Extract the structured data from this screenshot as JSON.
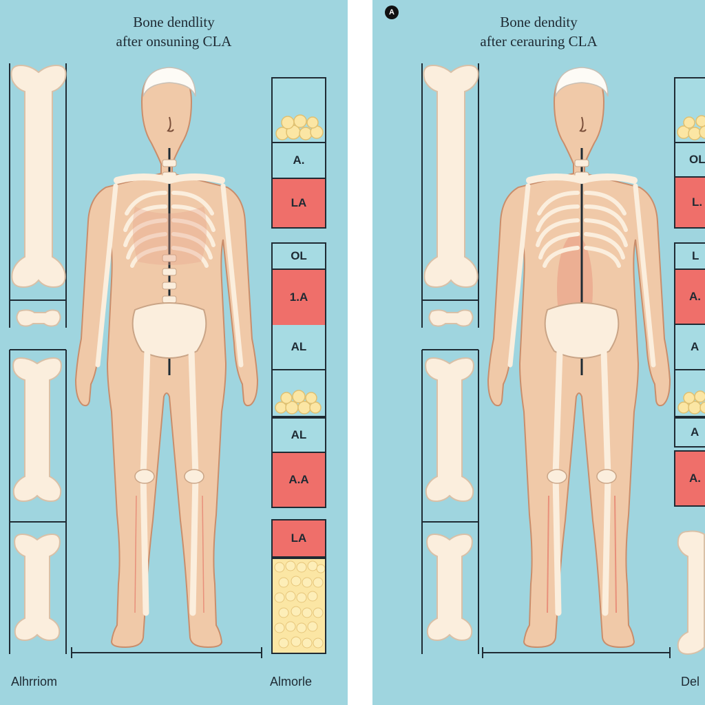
{
  "left": {
    "title_line1": "Bone dendlity",
    "title_line2": "after onsuning CLA",
    "footer_left": "Alhrriom",
    "footer_right": "Almorle",
    "labels": [
      "A.",
      "LA",
      "OL",
      "1.A",
      "AL",
      "AL",
      "A.A",
      "LA"
    ]
  },
  "right": {
    "badge": "A",
    "title_line1": "Bone dendity",
    "title_line2": "after cerauring CLA",
    "footer_right": "Del",
    "labels": [
      "OL",
      "L.",
      "L",
      "A.",
      "A",
      "A",
      "A."
    ]
  },
  "colors": {
    "background": "#9fd5df",
    "bone": "#fbeedd",
    "skin": "#f0c9a8",
    "red_block": "#ef6f6a",
    "fat": "#fbe6a4",
    "outline": "#1e2a33"
  }
}
